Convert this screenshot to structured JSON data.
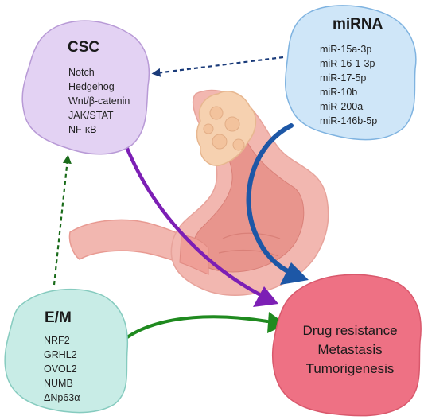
{
  "csc": {
    "title": "CSC",
    "items": [
      "Notch",
      "Hedgehog",
      "Wnt/β-catenin",
      "JAK/STAT",
      "NF-κB"
    ]
  },
  "mirna": {
    "title": "miRNA",
    "items": [
      "miR-15a-3p",
      "miR-16-1-3p",
      "miR-17-5p",
      "miR-10b",
      "miR-200a",
      "miR-146b-5p"
    ]
  },
  "em": {
    "title": "E/M",
    "items": [
      "NRF2",
      "GRHL2",
      "OVOL2",
      "NUMB",
      "ΔNp63α"
    ]
  },
  "outcomes": {
    "items": [
      "Drug resistance",
      "Metastasis",
      "Tumorigenesis"
    ]
  },
  "colors": {
    "csc_fill": "#e3d2f3",
    "csc_stroke": "#b89ad6",
    "mirna_fill": "#cfe6f8",
    "mirna_stroke": "#7fb3e0",
    "em_fill": "#c8ece6",
    "em_stroke": "#86cbbf",
    "outcome_fill": "#ee7184",
    "outcome_stroke": "#d9586c",
    "stomach_fill": "#f2b7b0",
    "stomach_inner": "#e8958d",
    "tumor_fill": "#f6d1b0",
    "arrow_blue": "#1d57a6",
    "arrow_purple": "#7c1fb5",
    "arrow_green": "#1f8a1f",
    "arrow_navy_dashed": "#1a3b7a",
    "arrow_green_dashed": "#1a6b1a"
  }
}
